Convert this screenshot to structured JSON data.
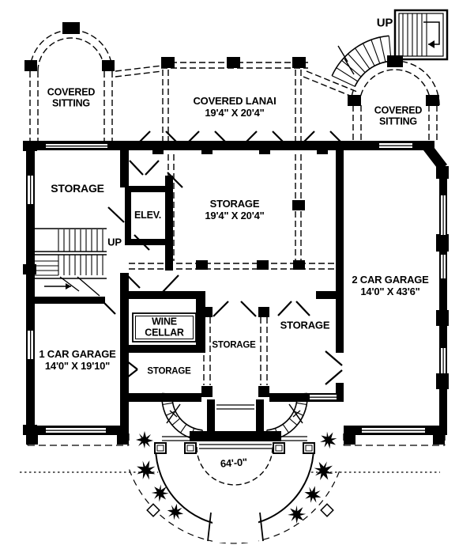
{
  "plan": {
    "colors": {
      "ink": "#000000",
      "paper": "#ffffff"
    },
    "rooms": {
      "covered_sitting_left": {
        "line1": "COVERED",
        "line2": "SITTING"
      },
      "covered_lanai": {
        "name": "COVERED LANAI",
        "dims": "19'4\" X 20'4\""
      },
      "covered_sitting_right": {
        "line1": "COVERED",
        "line2": "SITTING"
      },
      "storage_upper_left": {
        "name": "STORAGE"
      },
      "elevator": {
        "name": "ELEV."
      },
      "storage_center": {
        "name": "STORAGE",
        "dims": "19'4\" X 20'4\""
      },
      "garage_2car": {
        "name": "2 CAR GARAGE",
        "dims": "14'0\" X 43'6\""
      },
      "wine_cellar": {
        "line1": "WINE",
        "line2": "CELLAR"
      },
      "storage_right": {
        "name": "STORAGE"
      },
      "storage_corridor": {
        "name": "STORAGE"
      },
      "garage_1car": {
        "name": "1 CAR GARAGE",
        "dims": "14'0\" X 19'10\""
      },
      "storage_lower_left": {
        "name": "STORAGE"
      }
    },
    "annotations": {
      "stair_up_spiral": "UP",
      "stair_up_main": "UP",
      "overall_width": "64'-0\""
    }
  }
}
